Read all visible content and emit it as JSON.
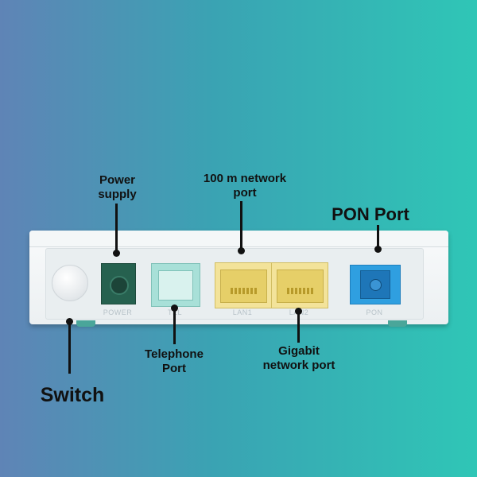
{
  "labels": {
    "power_supply": "Power supply",
    "network_100m": "100 m network port",
    "pon_port": "PON Port",
    "telephone_port": "Telephone Port",
    "gigabit_port": "Gigabit network port",
    "switch": "Switch"
  },
  "port_texts": {
    "power": "POWER",
    "phone": "TEL",
    "lan1": "LAN1",
    "lan2": "LAN2",
    "pon": "PON"
  },
  "colors": {
    "power_jack": "#26614f",
    "tel_port": "#a8e0d8",
    "lan_port": "#f3e39a",
    "pon_port": "#2f9fe0"
  }
}
